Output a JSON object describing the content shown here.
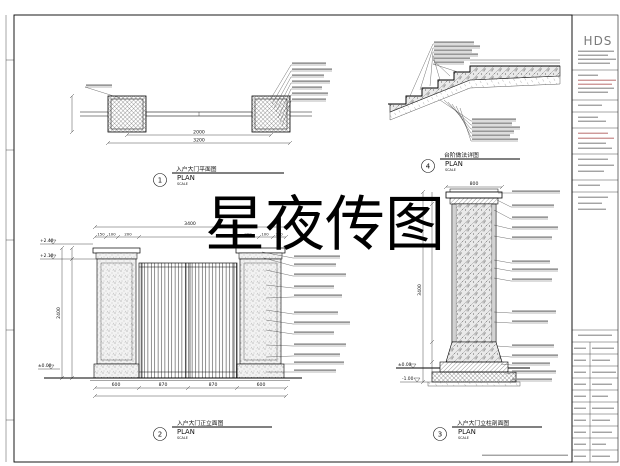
{
  "watermark": "星夜传图",
  "title_block": {
    "logo": "HDS"
  },
  "view_plan": {
    "number": "1",
    "title": "入户大门平面图",
    "subtitle": "PLAN",
    "scale_label": "SCALE",
    "dims": {
      "inner": "2000",
      "overall": "3200"
    }
  },
  "view_elevation": {
    "number": "2",
    "title": "入户大门正立面图",
    "subtitle": "PLAN",
    "scale_label": "SCALE",
    "dims": {
      "overall": "3400",
      "left": [
        "150",
        "100",
        "200"
      ],
      "right": [
        "200",
        "100",
        "150"
      ],
      "bottom": [
        "600",
        "870",
        "870",
        "600"
      ],
      "height": "2400"
    },
    "levels": [
      "+2.40",
      "+2.10",
      "±0.00"
    ]
  },
  "view_section": {
    "number": "3",
    "title": "入户大门立柱剖面图",
    "subtitle": "PLAN",
    "scale_label": "SCALE",
    "dims": {
      "width": "800",
      "height": "3400"
    },
    "levels": [
      "±0.00",
      "-1.00"
    ]
  },
  "view_step": {
    "number": "4",
    "title": "台阶做法详图",
    "subtitle": "PLAN",
    "scale_label": "SCALE"
  }
}
